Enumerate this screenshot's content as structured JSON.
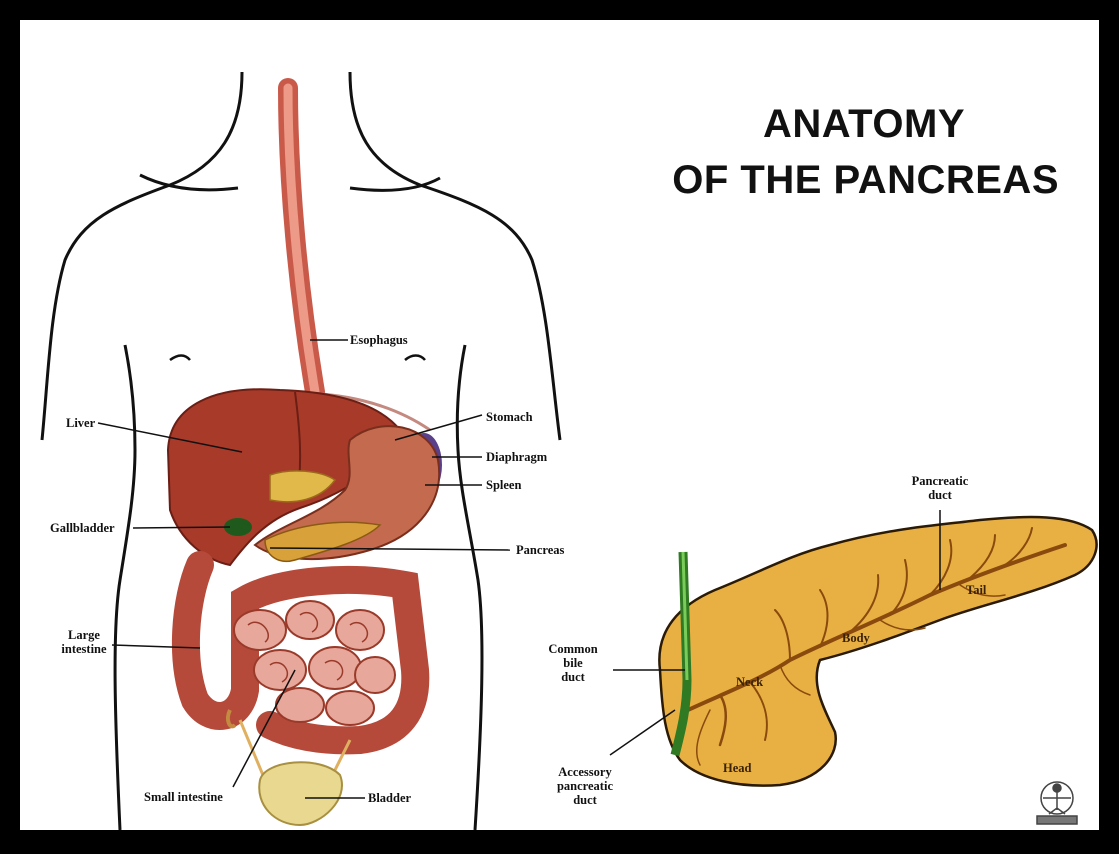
{
  "title": {
    "line1": "ANATOMY",
    "line2": "OF THE PANCREAS"
  },
  "body_labels": {
    "esophagus": "Esophagus",
    "stomach": "Stomach",
    "liver": "Liver",
    "diaphragm": "Diaphragm",
    "spleen": "Spleen",
    "gallbladder": "Gallbladder",
    "pancreas": "Pancreas",
    "large_intestine_1": "Large",
    "large_intestine_2": "intestine",
    "small_intestine": "Small intestine",
    "bladder": "Bladder"
  },
  "pancreas_labels": {
    "pancreatic_duct_1": "Pancreatic",
    "pancreatic_duct_2": "duct",
    "tail": "Tail",
    "body": "Body",
    "neck": "Neck",
    "head": "Head",
    "common_bile_1": "Common",
    "common_bile_2": "bile",
    "common_bile_3": "duct",
    "accessory_1": "Accessory",
    "accessory_2": "pancreatic",
    "accessory_3": "duct"
  },
  "colors": {
    "organ_red": "#a83a2a",
    "pancreas_yellow": "#e8b043",
    "bile_duct_green": "#3f9a2e",
    "esophagus_pink": "#e07a6a",
    "spleen_purple": "#5a3f8a"
  }
}
